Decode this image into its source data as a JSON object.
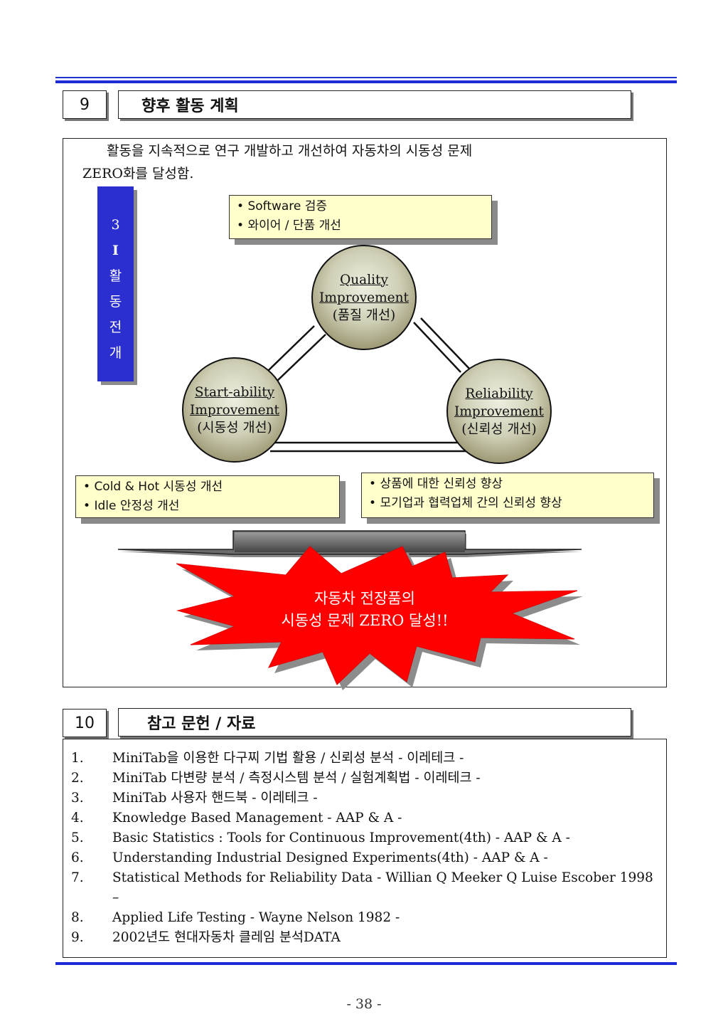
{
  "section9": {
    "number": "9",
    "title": "향후 활동 계획",
    "intro_line1": "활동을 지속적으로 연구 개발하고 개선하여 자동차의 시동성 문제",
    "intro_line2": "ZERO화를 달성함.",
    "vertical_label": [
      "3",
      "I",
      "활",
      "동",
      "전",
      "개"
    ],
    "top_note": [
      "Software 검증",
      "와이어 / 단품 개선"
    ],
    "left_note": [
      "Cold & Hot 시동성 개선",
      "Idle 안정성 개선"
    ],
    "right_note": [
      "상품에 대한 신뢰성 향상",
      "모기업과 협력업체 간의 신뢰성 향상"
    ],
    "circles": {
      "quality": {
        "line1": "Quality",
        "line2": "Improvement",
        "line3": "(품질 개선)"
      },
      "start": {
        "line1": "Start-ability",
        "line2": "Improvement",
        "line3": "(시동성 개선)"
      },
      "reliability": {
        "line1": "Reliability",
        "line2": "Improvement",
        "line3": "(신뢰성 개선)"
      }
    },
    "goal_line1": "자동차 전장품의",
    "goal_line2": "시동성 문제 ZERO 달성!!",
    "colors": {
      "vertical_box": "#2b2fcf",
      "note_fill": "#ffffcc",
      "burst": "#ff0000",
      "rule": "#1c2bd6"
    }
  },
  "section10": {
    "number": "10",
    "title": "참고 문헌 / 자료",
    "references": [
      {
        "num": "1.",
        "text": "MiniTab을 이용한 다구찌 기법 활용 / 신뢰성 분석   - 이레테크 -"
      },
      {
        "num": "2.",
        "text": "MiniTab 다변량 분석 / 측정시스템 분석 / 실험계획법  - 이레테크 -"
      },
      {
        "num": "3.",
        "text": "MiniTab 사용자 핸드북   - 이레테크 -"
      },
      {
        "num": "4.",
        "text": "Knowledge Based Management   - AAP & A -"
      },
      {
        "num": "5.",
        "text": "Basic Statistics : Tools for Continuous Improvement(4th)   - AAP & A -"
      },
      {
        "num": "6.",
        "text": "Understanding Industrial Designed Experiments(4th)   - AAP & A -"
      },
      {
        "num": "7.",
        "text": "Statistical Methods for Reliability Data  - Willian Q Meeker Q Luise Escober 1998 –"
      },
      {
        "num": "8.",
        "text": "Applied Life Testing    - Wayne Nelson  1982 -"
      },
      {
        "num": "9.",
        "text": "2002년도 현대자동차 클레임 분석DATA"
      }
    ]
  },
  "page_number": "- 38 -"
}
